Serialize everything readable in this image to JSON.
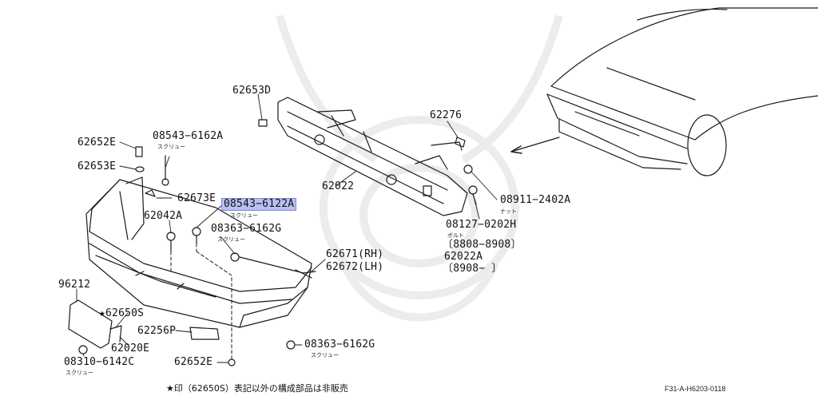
{
  "diagram_code": "F31-A-H6203-0118",
  "footnote": "★印（62650S）表記以外の構成部品は非販売",
  "colors": {
    "line": "#1a1a1a",
    "watermark": "#eeeeee",
    "highlight": "#b9bff0"
  },
  "parts": {
    "p62653D": "62653D",
    "p62276": "62276",
    "p62652E_top": "62652E",
    "p08543_6162A": "08543−6162A",
    "p08543_6162A_sub": "スクリュー",
    "p62653E": "62653E",
    "p62673E": "62673E",
    "p08543_6122A": "08543−6122A",
    "p08543_6122A_sub": "スクリュー",
    "p62042A": "62042A",
    "p08363_6162G_a": "08363−6162G",
    "p08363_6162G_a_sub": "スクリュー",
    "p62022": "62022",
    "p08911_2402A": "08911−2402A",
    "p08911_2402A_sub": "ナット",
    "p08127_0202H": "08127−0202H",
    "p08127_0202H_sub": "ボルト",
    "p_range1": "〔8808−8908〕",
    "p62022A": "62022A",
    "p_range2": "〔8908−          〕",
    "p62671": "62671(RH)",
    "p62672": "62672(LH)",
    "p96212": "96212",
    "p62650S": "★62650S",
    "p62020E": "62020E",
    "p62256P": "62256P",
    "p08310_6142C": "08310−6142C",
    "p08310_6142C_sub": "スクリュー",
    "p08363_6162G_b": "08363−6162G",
    "p08363_6162G_b_sub": "スクリュー",
    "p62652E_bottom": "62652E"
  }
}
